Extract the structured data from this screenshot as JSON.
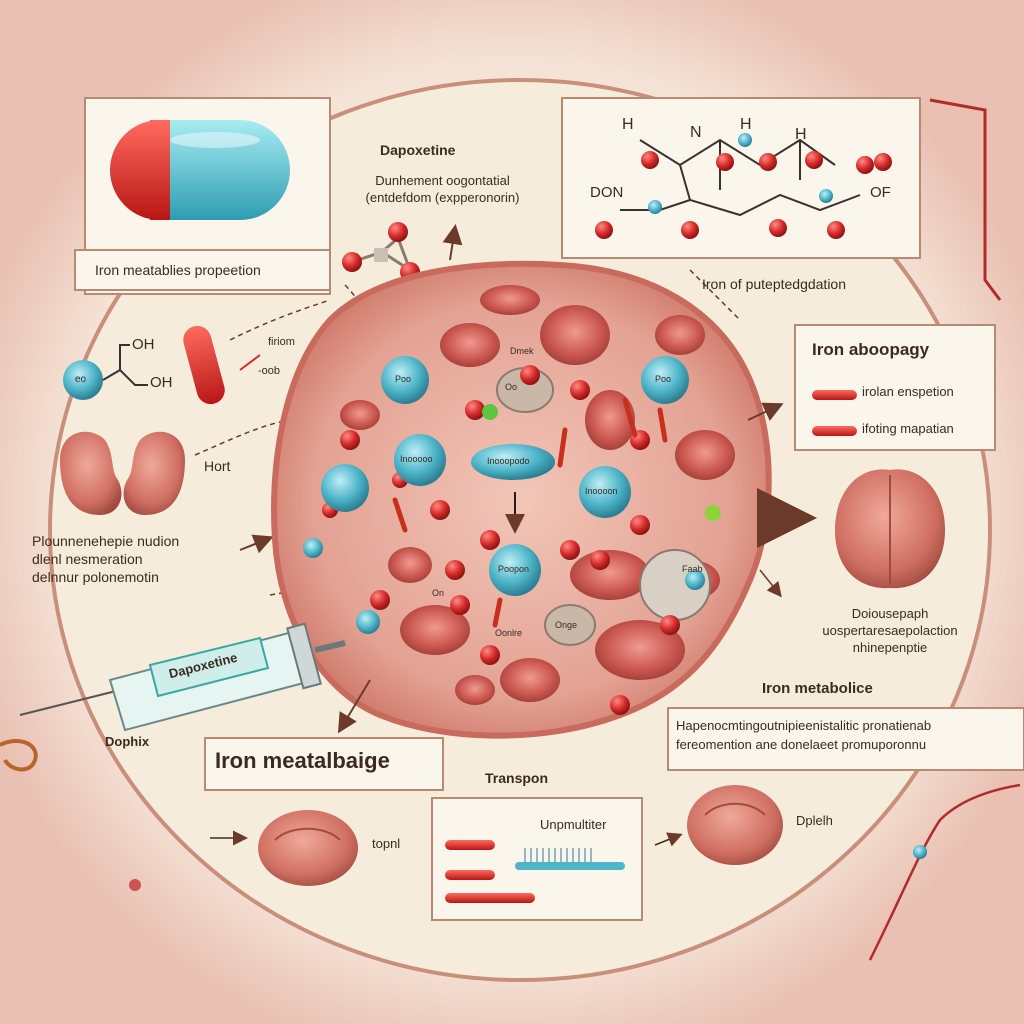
{
  "labels": {
    "drug_title": "Dapoxetine",
    "drug_desc_line1": "Dunhement oogontatial",
    "drug_desc_line2": "(entdefdom (expperonorin)",
    "pill_box_label": "Iron meatablies propeetion",
    "structure_label": "Iron of puteptedgdation",
    "struct_H_left": "H",
    "struct_N": "N",
    "struct_H_mid": "H",
    "struct_H_right": "H",
    "struct_DON": "DON",
    "struct_OF": "OF",
    "diol_OH1": "OH",
    "diol_OH2": "OH",
    "diol_ball": "eo",
    "capsule_note1": "firiom",
    "capsule_note2": "-oob",
    "kidney_label": "Hort",
    "left_desc_line1": "Plounnenehepie nudion",
    "left_desc_line2": "dlenl nesmeration",
    "left_desc_line3": "delnnur polonemotin",
    "iron_abo_title": "Iron aboopagy",
    "iron_abo_item1": "irolan enspetion",
    "iron_abo_item2": "ifoting mapatian",
    "right_desc_line1": "Doiousepaph",
    "right_desc_line2": "uospertaresaepolaction",
    "right_desc_line3": "nhinepenptie",
    "iron_metabolic": "Iron metabolice",
    "bottom_right_line1": "Hapenocmtingoutnipieenistalitic pronatienab",
    "bottom_right_line2": "fereomention ane donelaeet promuporonnu",
    "syringe_label": "Dapoxetine",
    "dophix": "Dophix",
    "iron_meat_big": "Iron meatalbaige",
    "transpon_title": "Transpon",
    "transpon_item": "Unpmultiter",
    "bottom_left_label": "topnl",
    "bottom_right_label": "Dplelh",
    "cell_blue1": "Poo",
    "cell_blue2": "Poo",
    "cell_blue3": "Inooooo",
    "cell_blue4": "Inoooon",
    "cell_blue5": "Inooopodo",
    "cell_blue6": "Poopon",
    "cell_label_top": "Dmek",
    "cell_label_ho": "Oo",
    "cell_label_mid": "Onge",
    "cell_label_fe": "Faab",
    "cell_label_bl": "Oonlre",
    "cell_label_on": "On"
  },
  "colors": {
    "background": "#f7efe4",
    "tissue": "#e8a89a",
    "tissue_border": "#c86a5c",
    "rbc": "#c8564e",
    "blue_cell": "#4fb5c9",
    "iron_red": "#d42a2a",
    "arrow": "#6b3a2a"
  },
  "icons": [
    "capsule-icon",
    "molecule-icon",
    "kidney-icon",
    "syringe-icon",
    "liver-icon",
    "red-blood-cell-icon"
  ]
}
